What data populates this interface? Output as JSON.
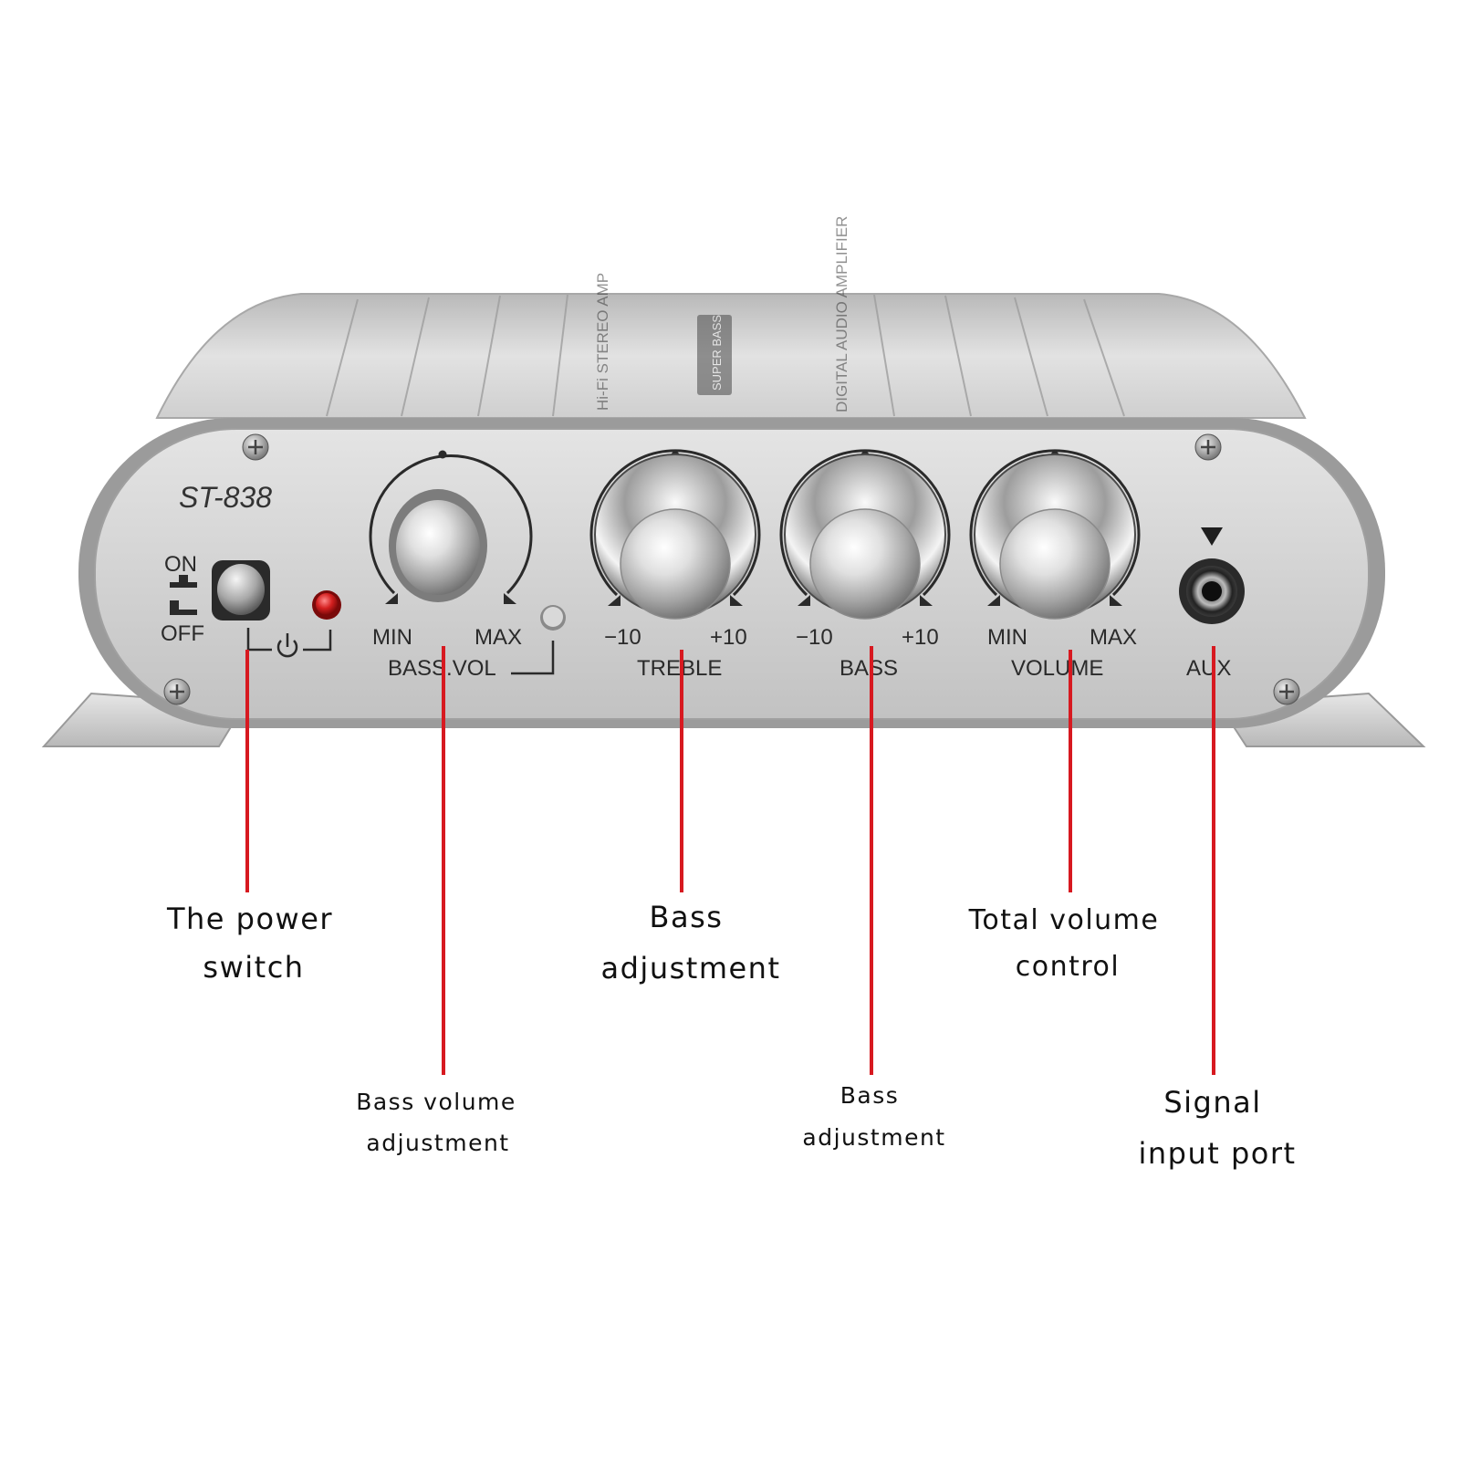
{
  "device": {
    "model": "ST-838",
    "top_prints": {
      "left": "Hi-Fi STEREO AMP",
      "center": "SUPER BASS",
      "right": "DIGITAL AUDIO AMPLIFIER"
    },
    "switch": {
      "on": "ON",
      "off": "OFF"
    },
    "bass_vol": {
      "min": "MIN",
      "max": "MAX",
      "name": "BASS.VOL"
    },
    "treble": {
      "min": "−10",
      "max": "+10",
      "name": "TREBLE"
    },
    "bass": {
      "min": "−10",
      "max": "+10",
      "name": "BASS"
    },
    "volume": {
      "min": "MIN",
      "max": "MAX",
      "name": "VOLUME"
    },
    "aux": {
      "name": "AUX"
    },
    "colors": {
      "panel": "#d4d4d4",
      "callout_line": "#d71920",
      "led": "#d42020"
    }
  },
  "callouts": {
    "power_switch": {
      "line1": "The power",
      "line2": "switch"
    },
    "bass_volume": {
      "line1": "Bass volume",
      "line2": "adjustment"
    },
    "treble": {
      "line1": "Bass",
      "line2": "adjustment"
    },
    "bass": {
      "line1": "Bass",
      "line2": "adjustment"
    },
    "total_volume": {
      "line1": "Total volume",
      "line2": "control"
    },
    "signal_input": {
      "line1": "Signal",
      "line2": "input port"
    }
  }
}
